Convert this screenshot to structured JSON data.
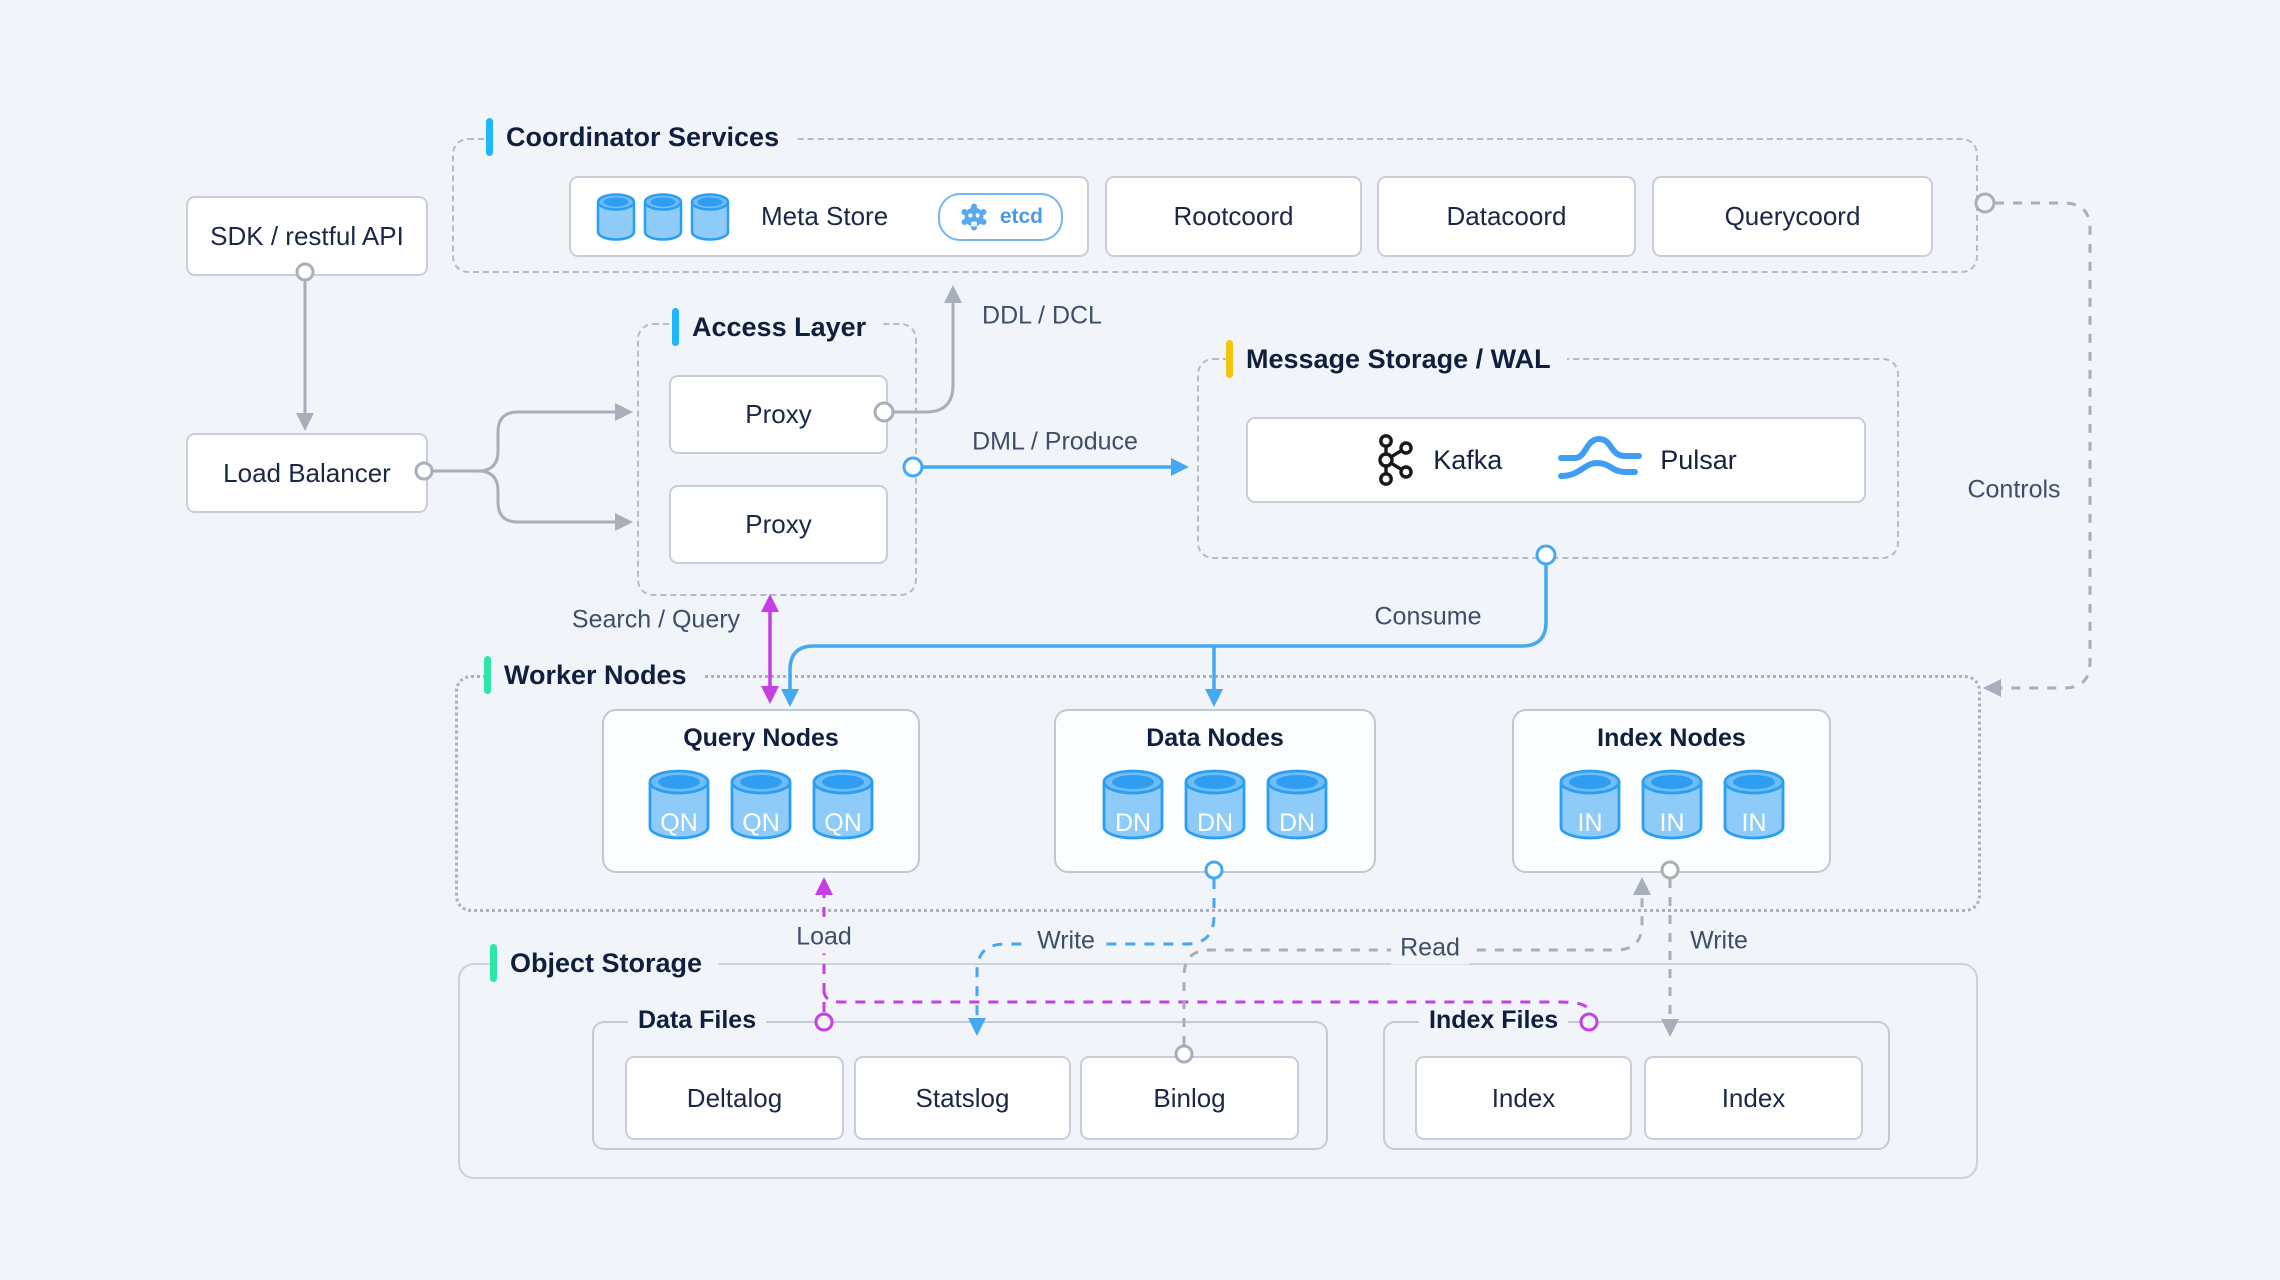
{
  "boxes": {
    "sdk": "SDK / restful API",
    "load_balancer": "Load Balancer"
  },
  "coordinator": {
    "title": "Coordinator Services",
    "meta_store": {
      "label": "Meta Store",
      "badge": "etcd"
    },
    "services": [
      "Rootcoord",
      "Datacoord",
      "Querycoord"
    ]
  },
  "access_layer": {
    "title": "Access Layer",
    "proxies": [
      "Proxy",
      "Proxy"
    ]
  },
  "message_storage": {
    "title": "Message Storage / WAL",
    "brokers": [
      "Kafka",
      "Pulsar"
    ]
  },
  "worker_nodes": {
    "title": "Worker Nodes",
    "groups": [
      {
        "title": "Query Nodes",
        "unit": "QN"
      },
      {
        "title": "Data Nodes",
        "unit": "DN"
      },
      {
        "title": "Index Nodes",
        "unit": "IN"
      }
    ]
  },
  "object_storage": {
    "title": "Object Storage",
    "data_files": {
      "title": "Data Files",
      "items": [
        "Deltalog",
        "Statslog",
        "Binlog"
      ]
    },
    "index_files": {
      "title": "Index Files",
      "items": [
        "Index",
        "Index"
      ]
    }
  },
  "edges": {
    "ddl": "DDL / DCL",
    "dml": "DML / Produce",
    "consume": "Consume",
    "search_query": "Search / Query",
    "controls": "Controls",
    "load": "Load",
    "write_data": "Write",
    "read": "Read",
    "write_index": "Write"
  },
  "colors": {
    "accent_blue": "#1fb6fa",
    "accent_yellow": "#f5c40e",
    "accent_green": "#2ee6a5",
    "arrow_blue": "#45a8f3",
    "arrow_magenta": "#c63fe5",
    "arrow_gray": "#a9afba"
  }
}
